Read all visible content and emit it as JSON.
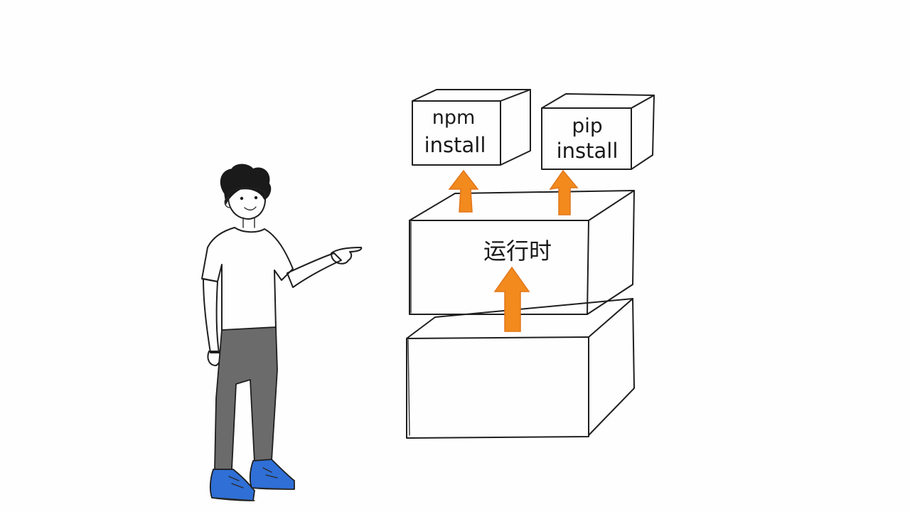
{
  "diagram": {
    "blocks": {
      "npm_box": {
        "line1": "npm",
        "line2": "install"
      },
      "pip_box": {
        "line1": "pip",
        "line2": "install"
      },
      "runtime_box": {
        "label": "运行时"
      },
      "base_box": {
        "label": ""
      }
    },
    "colors": {
      "arrow": "#f28a1e",
      "arrow_dark": "#e2761a",
      "ink": "#1f1f1f",
      "shirt": "#ffffff",
      "pants": "#6b6b6b",
      "shoes": "#2f6fd6",
      "hair": "#1a1a1a"
    },
    "icons": {
      "arrow": "up-arrow-icon",
      "person": "person-pointing-icon"
    }
  }
}
